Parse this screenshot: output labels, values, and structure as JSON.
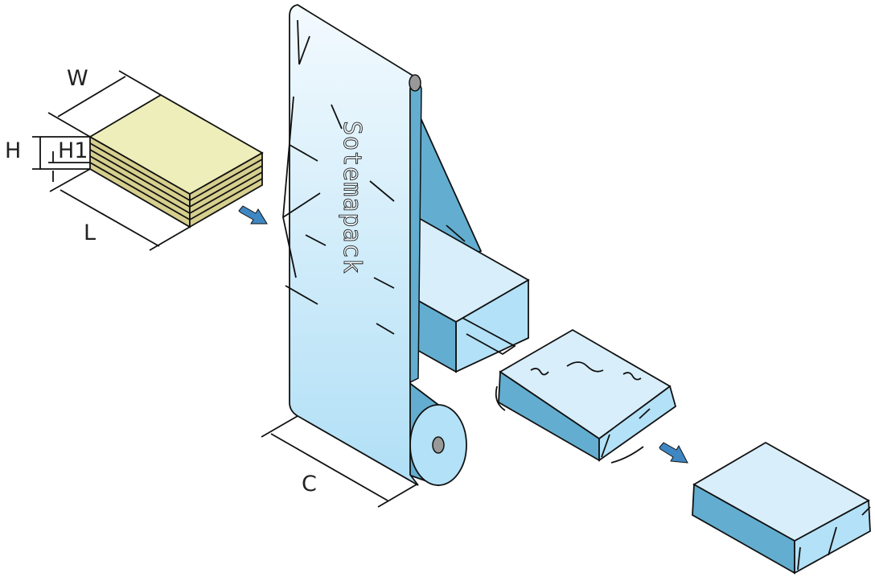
{
  "dimensions": {
    "width": "W",
    "height": "H",
    "layer_height": "H1",
    "length": "L",
    "film_width": "C"
  },
  "logo_text": "Sotemapack",
  "colors": {
    "product_top": "#eeeebb",
    "product_side": "#d6cf8e",
    "film_light": "#d8eefa",
    "film_mid": "#b3e1f7",
    "film_dark": "#63aed0",
    "arrow": "#3f87c3"
  }
}
